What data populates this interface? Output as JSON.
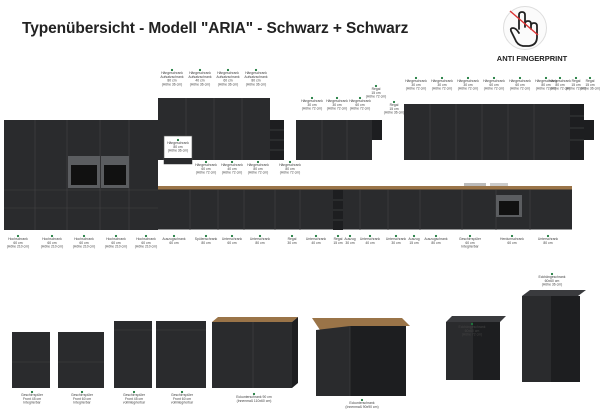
{
  "title": "Typenübersicht - Modell \"ARIA\" - Schwarz + Schwarz",
  "badge": {
    "label": "ANTI FINGERPRINT",
    "icon": "touch-finger-icon"
  },
  "colors": {
    "front": "#2a2b2d",
    "frontDark": "#1d1e20",
    "worktop": "#9a7448",
    "accent": "#1c7a3c"
  },
  "top_labels": [
    {
      "t1": "Hängeschrank",
      "t2": "Aufsatzschrank",
      "t3": "80 cm",
      "t4": "(Höhe 36 cm)"
    },
    {
      "t1": "Hängeschrank",
      "t2": "Aufsatzschrank",
      "t3": "40 cm",
      "t4": "(Höhe 36 cm)"
    },
    {
      "t1": "Hängeschrank",
      "t2": "Aufsatzschrank",
      "t3": "60 cm",
      "t4": "(Höhe 36 cm)"
    },
    {
      "t1": "Hängeschrank",
      "t2": "Aufsatzschrank",
      "t3": "80 cm",
      "t4": "(Höhe 36 cm)"
    },
    {
      "t1": "Regal",
      "t2": "15 cm",
      "t3": "(Höhe 72 cm)",
      "t4": ""
    },
    {
      "t1": "Hängeschrank",
      "t2": "30 cm",
      "t3": "(Höhe 72 cm)",
      "t4": ""
    },
    {
      "t1": "Hängeschrank",
      "t2": "30 cm",
      "t3": "(Höhe 72 cm)",
      "t4": ""
    },
    {
      "t1": "Hängeschrank",
      "t2": "60 cm",
      "t3": "(Höhe 72 cm)",
      "t4": ""
    },
    {
      "t1": "Regal",
      "t2": "15 cm",
      "t3": "(Höhe 36 cm)",
      "t4": ""
    },
    {
      "t1": "Hängeschrank",
      "t2": "30 cm",
      "t3": "(Höhe 72 cm)",
      "t4": ""
    },
    {
      "t1": "Hängeschrank",
      "t2": "30 cm",
      "t3": "(Höhe 72 cm)",
      "t4": ""
    },
    {
      "t1": "Hängeschrank",
      "t2": "30 cm",
      "t3": "(Höhe 72 cm)",
      "t4": ""
    },
    {
      "t1": "Hängeschrank",
      "t2": "60 cm",
      "t3": "(Höhe 72 cm)",
      "t4": ""
    },
    {
      "t1": "Hängeschrank",
      "t2": "60 cm",
      "t3": "(Höhe 72 cm)",
      "t4": ""
    },
    {
      "t1": "Hängeschrank",
      "t2": "80 cm",
      "t3": "(Höhe 72 cm)",
      "t4": ""
    },
    {
      "t1": "Hängeschrank",
      "t2": "80 cm",
      "t3": "(Höhe 72 cm)",
      "t4": ""
    },
    {
      "t1": "Regal",
      "t2": "15 cm",
      "t3": "(Höhe 72 cm)",
      "t4": ""
    },
    {
      "t1": "Regal",
      "t2": "15 cm",
      "t3": "(Höhe 36 cm)",
      "t4": ""
    }
  ],
  "mid_labels": [
    {
      "t1": "Hängeschrank",
      "t2": "80 cm",
      "t3": "(Höhe 36 cm)"
    },
    {
      "t1": "Hängeschrank",
      "t2": "60 cm",
      "t3": "(Höhe 72 cm)"
    },
    {
      "t1": "Hängeschrank",
      "t2": "40 cm",
      "t3": "(Höhe 72 cm)"
    },
    {
      "t1": "Hängeschrank",
      "t2": "80 cm",
      "t3": "(Höhe 72 cm)"
    },
    {
      "t1": "Hängeschrank",
      "t2": "80 cm",
      "t3": "(Höhe 72 cm)"
    }
  ],
  "bottom_labels": [
    {
      "t1": "Hochschrank",
      "t2": "60 cm",
      "t3": "(Höhe 210 cm)"
    },
    {
      "t1": "Hochschrank",
      "t2": "60 cm",
      "t3": "(Höhe 210 cm)"
    },
    {
      "t1": "Hochschrank",
      "t2": "60 cm",
      "t3": "(Höhe 210 cm)"
    },
    {
      "t1": "Hochschrank",
      "t2": "60 cm",
      "t3": "(Höhe 210 cm)"
    },
    {
      "t1": "Hochschrank",
      "t2": "60 cm",
      "t3": "(Höhe 210 cm)"
    },
    {
      "t1": "Auszugschrank",
      "t2": "60 cm",
      "t3": ""
    },
    {
      "t1": "Spülenschrank",
      "t2": "80 cm",
      "t3": ""
    },
    {
      "t1": "Unterschrank",
      "t2": "60 cm",
      "t3": ""
    },
    {
      "t1": "Unterschrank",
      "t2": "80 cm",
      "t3": ""
    },
    {
      "t1": "Regal",
      "t2": "30 cm",
      "t3": ""
    },
    {
      "t1": "Unterschrank",
      "t2": "40 cm",
      "t3": ""
    },
    {
      "t1": "Regal",
      "t2": "15 cm",
      "t3": ""
    },
    {
      "t1": "Auszug",
      "t2": "30 cm",
      "t3": ""
    },
    {
      "t1": "Unterschrank",
      "t2": "40 cm",
      "t3": ""
    },
    {
      "t1": "Unterschrank",
      "t2": "30 cm",
      "t3": ""
    },
    {
      "t1": "Auszug",
      "t2": "15 cm",
      "t3": ""
    },
    {
      "t1": "Auszugschrank",
      "t2": "80 cm",
      "t3": ""
    },
    {
      "t1": "Geschirrspüler",
      "t2": "60 cm",
      "t3": "Integrierbar"
    },
    {
      "t1": "Herdumschrank",
      "t2": "60 cm",
      "t3": ""
    },
    {
      "t1": "Unterschrank",
      "t2": "80 cm",
      "t3": ""
    }
  ],
  "bottom_row": [
    {
      "t1": "Geschirrspüler",
      "t2": "Front 45 cm",
      "t3": "Integrierbar"
    },
    {
      "t1": "Geschirrspüler",
      "t2": "Front 60 cm",
      "t3": "Integrierbar"
    },
    {
      "t1": "Geschirrspüler",
      "t2": "Front 45 cm",
      "t3": "vollintegrierbar"
    },
    {
      "t1": "Geschirrspüler",
      "t2": "Front 60 cm",
      "t3": "vollintegrierbar"
    },
    {
      "t1": "Eckunterschrank 90 cm",
      "t2": "(Innenmaß 110x60 cm)",
      "t3": ""
    },
    {
      "t1": "Eckunterschrank",
      "t2": "(Innenmaß 90x90 cm)",
      "t3": ""
    },
    {
      "t1": "Eckhängeschrank",
      "t2": "60x60 cm",
      "t3": "(Höhe 72 cm)"
    },
    {
      "t1": "Eckhängeschrank",
      "t2": "60x60 cm",
      "t3": "(Höhe 36 cm)"
    }
  ]
}
